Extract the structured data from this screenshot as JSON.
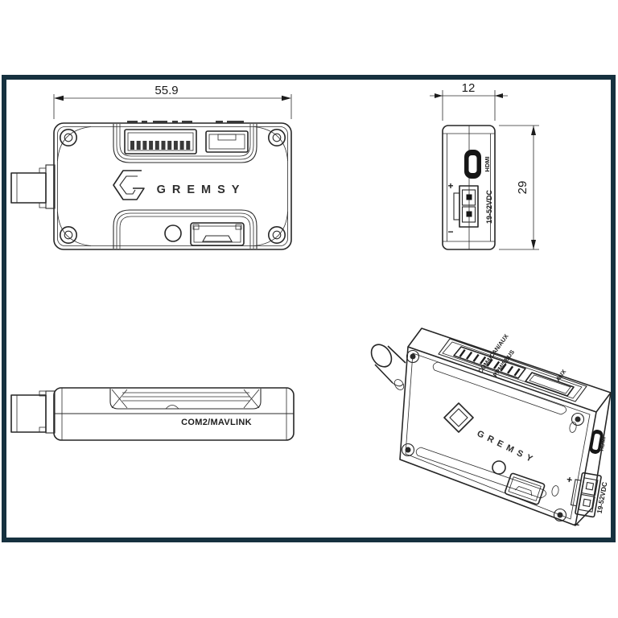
{
  "frame": {
    "border_color": "#16313f"
  },
  "front_view": {
    "width_dim": "55.9",
    "brand": "GREMSY"
  },
  "side_view": {
    "width_dim": "12",
    "height_dim": "29",
    "hdmi_label": "HDMI",
    "power_label": "19-52VDC",
    "plus": "+",
    "minus": "−"
  },
  "profile_view": {
    "port_label": "COM2/MAVLINK"
  },
  "iso_view": {
    "brand": "GREMSY",
    "top_port_label_1": "COM4/CAN/AUX",
    "top_port_label_2": "PPM/SBUS",
    "aux_label": "AUX",
    "hdmi_label": "HDMI",
    "power_label": "19-52VDC",
    "plus": "+",
    "minus": "−"
  }
}
